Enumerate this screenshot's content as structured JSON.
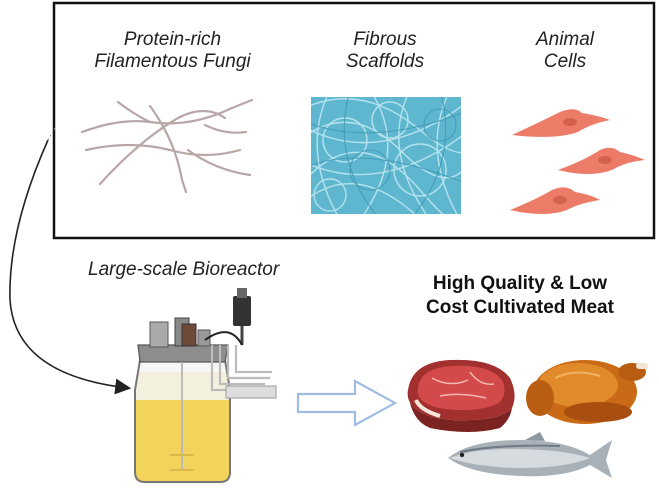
{
  "components": {
    "fungi": {
      "line1": "Protein-rich",
      "line2": "Filamentous Fungi"
    },
    "scaffolds": {
      "line1": "Fibrous",
      "line2": "Scaffolds"
    },
    "cells": {
      "line1": "Animal",
      "line2": "Cells"
    }
  },
  "bioreactor": {
    "label": "Large-scale Bioreactor"
  },
  "outcome": {
    "line1": "High Quality & Low",
    "line2": "Cost Cultivated Meat"
  },
  "colors": {
    "fungi": "#b9a6a6",
    "scaffold": "#5fb7cf",
    "cell": "#ec7b68",
    "medium": "#f2d35c",
    "arrow": "#9fbde3"
  },
  "icons": [
    "fungal-hyphae-icon",
    "fiber-scaffold-icon",
    "animal-cell-icon",
    "bioreactor-icon",
    "steak-icon",
    "roast-chicken-icon",
    "fish-icon",
    "right-arrow-icon"
  ]
}
